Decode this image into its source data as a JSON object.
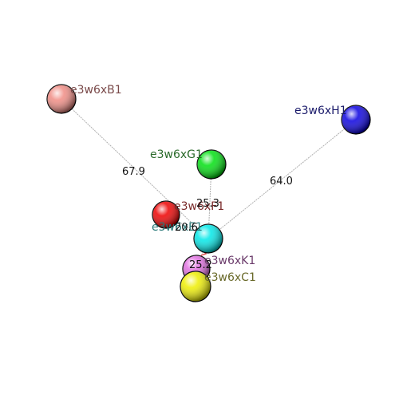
{
  "nodes": [
    {
      "id": "B1",
      "label": "e3w6xB1",
      "color": "#f08c84",
      "label_color": "#7a4a4a"
    },
    {
      "id": "H1",
      "label": "e3w6xH1",
      "color": "#0a00e0",
      "label_color": "#1a1a6a"
    },
    {
      "id": "G1",
      "label": "e3w6xG1",
      "color": "#00e010",
      "label_color": "#2a6a2a"
    },
    {
      "id": "F1",
      "label": "e3w6xF1",
      "color": "#ee0000",
      "label_color": "#7a2a2a"
    },
    {
      "id": "E1",
      "label": "e3w6xE1",
      "color": "#00e8e8",
      "label_color": "#2a7a7a"
    },
    {
      "id": "K1",
      "label": "e3w6xK1",
      "color": "#e070e0",
      "label_color": "#6a3a6a"
    },
    {
      "id": "C1",
      "label": "e3w6xC1",
      "color": "#eeee00",
      "label_color": "#6a6a2a"
    }
  ],
  "edges": [
    {
      "id": "B1-E1",
      "distance": "67.9"
    },
    {
      "id": "H1-E1",
      "distance": "64.0"
    },
    {
      "id": "G1-E1",
      "distance": "25.3"
    },
    {
      "id": "F1-E1",
      "distance": "20.6"
    },
    {
      "id": "K1-E1",
      "distance": "25.2"
    }
  ]
}
